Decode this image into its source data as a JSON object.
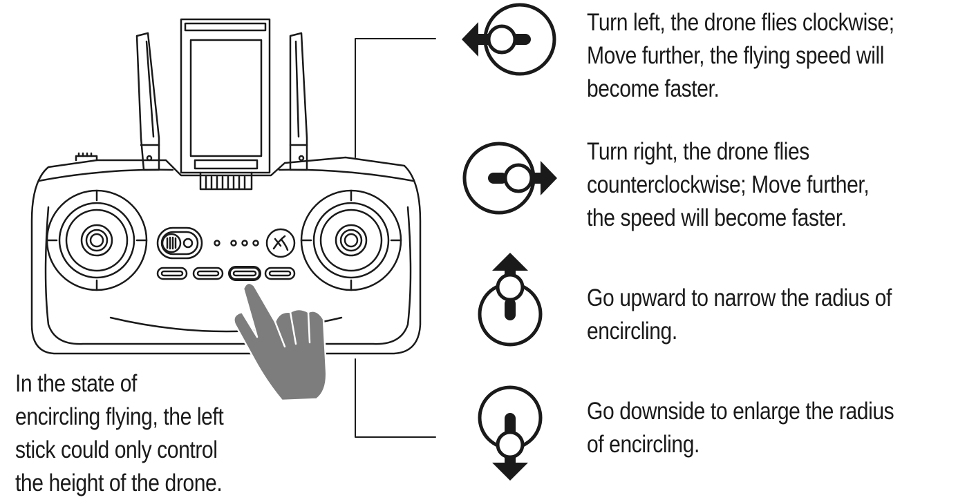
{
  "controller": {
    "icons": [
      "antenna-left-icon",
      "antenna-right-icon",
      "phone-clamp-icon",
      "left-stick-icon",
      "right-stick-icon",
      "power-switch-icon",
      "takeoff-button-icon",
      "pointing-hand-icon"
    ],
    "indicator_lights": 4,
    "bottom_buttons": 4,
    "highlighted_button_index": 2
  },
  "caption_left": {
    "lines": [
      "In the state of",
      "encircling flying, the left",
      "stick could only control",
      "the height of the drone."
    ]
  },
  "instructions": [
    {
      "icon": "stick-left-arrow-icon",
      "lines": [
        "Turn left, the drone flies clockwise;",
        "Move further, the flying speed will",
        "become faster."
      ]
    },
    {
      "icon": "stick-right-arrow-icon",
      "lines": [
        "Turn right, the drone flies",
        "counterclockwise; Move further,",
        "the speed will become faster."
      ]
    },
    {
      "icon": "stick-up-arrow-icon",
      "lines": [
        "Go upward to narrow the radius of",
        "encircling."
      ]
    },
    {
      "icon": "stick-down-arrow-icon",
      "lines": [
        "Go downside to enlarge the radius",
        "of encircling."
      ]
    }
  ],
  "colors": {
    "line": "#1a1a1a",
    "hand": "#7d7d7d",
    "arrow": "#1a1a1a"
  }
}
